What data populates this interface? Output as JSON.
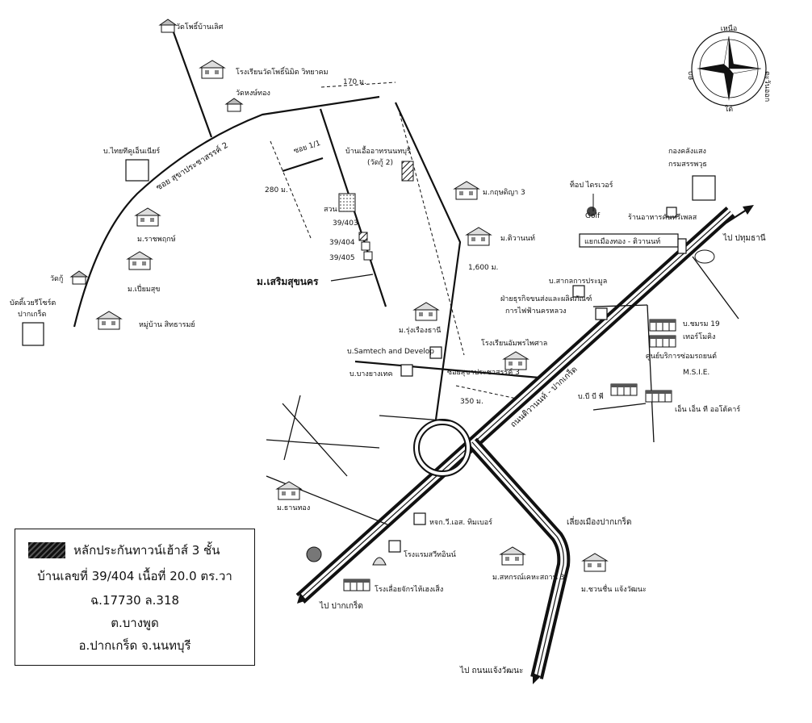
{
  "compass": {
    "north": "เหนือ",
    "south": "ใต้",
    "east": "ตะวันออก",
    "west": "ตก"
  },
  "legend": {
    "title": "หลักประกันทาวน์เฮ้าส์ 3 ชั้น",
    "line1": "บ้านเลขที่ 39/404  เนื้อที่ 20.0 ตร.วา",
    "line2": "ฉ.17730  ล.318",
    "line3": "ต.บางพูด",
    "line4": "อ.ปากเกร็ด  จ.นนทบุรี"
  },
  "roads": {
    "soi2": "ซอย สุขาประชาสรรค์ 2",
    "soi3": "ซอยสุขาประชาสรรค์ 3",
    "main": "ถนนติวานนท์ - ปากเกร็ด",
    "bypass": "เลี่ยงเมืองปากเกร็ด",
    "soi11": "ซอย 1/1",
    "to_pathum": "ไป ปทุมธานี",
    "to_pakkret": "ไป ปากเกร็ด",
    "to_chaeng": "ไป ถนนแจ้งวัฒนะ",
    "junction": "แยกเมืองทอง - ติวานนท์"
  },
  "distances": {
    "d170": "170 ม.",
    "d280": "280 ม.",
    "d1600": "1,600 ม.",
    "d350": "350 ม."
  },
  "places": {
    "wat_pho": "วัดโพธิ์บ้านเลิศ",
    "school_pho": "โรงเรียนวัดโพธิ์นิมิต วิทยาคม",
    "wat_hong": "วัดหงษ์ทอง",
    "thai_tech": "บ.ไทยทีคูเอ็นเนียร์",
    "ban_ua": "บ้านเอื้ออาทรนนทบุรี",
    "ban_ua2": "(วัดกู้ 2)",
    "krisda": "ม.กฤษดิญา 3",
    "park": "สวน",
    "h403": "39/403",
    "h404": "39/404",
    "h405": "39/405",
    "ratchaphruk": "ม.ราชพฤกษ์",
    "wat_ku": "วัดกู้",
    "piamsuk": "ม.เปี่ยมสุข",
    "city_resort": "บัตติ้เวยรีโซร์ต",
    "city_resort2": "ปากเกร็ด",
    "siriton": "หมู่บ้าน สิทธารมย์",
    "soem_suk": "ม.เสริมสุขนคร",
    "tiwanon": "ม.ติวานนท์",
    "rung_rueang": "ม.รุ่งเรืองธานี",
    "samtech": "บ.Samtech and Develop",
    "bangyang": "บ.บางยางเทค",
    "school_adm": "โรงเรียนอัมพรไพศาล",
    "ban_thong": "ม.ธานทอง",
    "top_driver": "ท็อป ไดรเวอร์",
    "golf": "Golf",
    "kong_klang": "กองคลังแสง",
    "kong_klang2": "กรมสรรพวุธ",
    "restaurant": "ร้านอาหารคันทรีเพลส",
    "sakonprapa": "บ.สากลการประมูล",
    "pea": "ฝ่ายธุรกิจขนส่งและผลิตภัณฑ์",
    "pea2": "การไฟฟ้านครหลวง",
    "chomrom": "บ.ชมรม 19",
    "chomrom2": "เทอร์โมคิง",
    "service": "ศูนย์บริการซ่อมรถยนต์",
    "msie": "M.S.I.E.",
    "bbp": "บ.บี บี พี",
    "ln_auto": "เอ็น เอ็น ที ออโต้คาร์",
    "timber": "หจก.วี.เอส. ทิมเบอร์",
    "hotel": "โรงแรมสวีทอินน์",
    "factory": "โรงเลื่อยจักรไห้เฮงเส็ง",
    "sahakorn": "ม.สหกรณ์เคหะสถาน 3",
    "chuan": "ม.ชวนชื่น แจ้งวัฒนะ"
  }
}
